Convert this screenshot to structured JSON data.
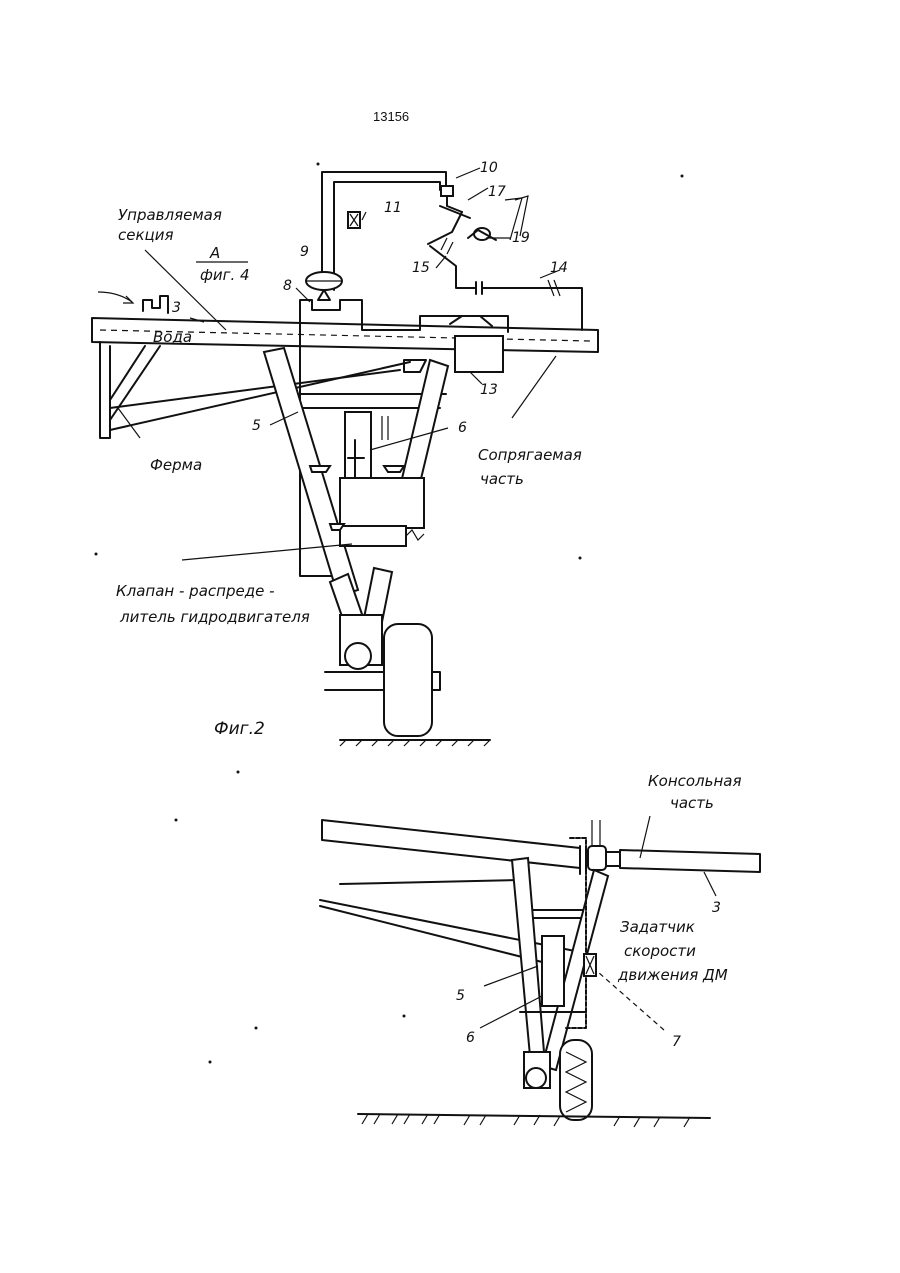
{
  "page": {
    "number": "13156"
  },
  "figure2": {
    "caption": "Фиг.2",
    "labels": {
      "controlled_section_line1": "Управляемая",
      "controlled_section_line2": "секция",
      "view_a": "А",
      "view_a_ref": "фиг. 4",
      "water": "Вода",
      "truss": "Ферма",
      "mating_part_line1": "Сопрягаемая",
      "mating_part_line2": "часть",
      "valve_line1": "Клапан - распреде -",
      "valve_line2": "литель гидродвигателя"
    },
    "numbers": {
      "n3": "3",
      "n5": "5",
      "n6": "6",
      "n8": "8",
      "n9": "9",
      "n10": "10",
      "n11": "11",
      "n13": "13",
      "n14": "14",
      "n15": "15",
      "n17": "17",
      "n19": "19"
    }
  },
  "figure3": {
    "labels": {
      "console_part_line1": "Консольная",
      "console_part_line2": "часть",
      "speed_setter_line1": "Задатчик",
      "speed_setter_line2": "скорости",
      "speed_setter_line3": "движения ДМ"
    },
    "numbers": {
      "n3": "3",
      "n5": "5",
      "n6": "6",
      "n7": "7"
    }
  }
}
